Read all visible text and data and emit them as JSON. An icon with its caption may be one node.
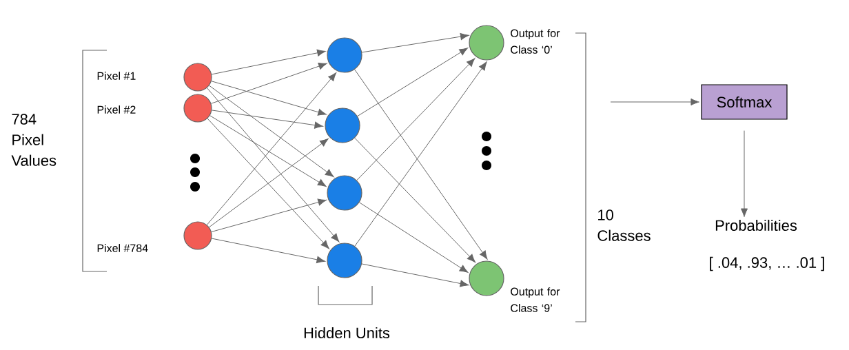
{
  "diagram": {
    "nodes": [
      {
        "text": [],
        "shape": "circle"
      },
      {
        "text": [],
        "shape": "circle"
      },
      {
        "text": [],
        "shape": "circle"
      },
      {
        "text": [],
        "shape": "circle"
      },
      {
        "text": [],
        "shape": "circle"
      },
      {
        "text": [],
        "shape": "circle"
      },
      {
        "text": [],
        "shape": "circle"
      },
      {
        "text": [],
        "shape": "circle",
        "beside": [
          "Output for Class ‘0’"
        ]
      },
      {
        "text": [],
        "shape": "circle",
        "beside": [
          "Output for Class ‘9’"
        ]
      },
      {
        "text": [
          "Softmax"
        ]
      },
      {
        "text": [
          "Probabilities"
        ]
      }
    ],
    "edges": [
      {
        "from": 0,
        "to": 3,
        "arrow": "to"
      },
      {
        "from": 0,
        "to": 4,
        "arrow": "to"
      },
      {
        "from": 0,
        "to": 5,
        "arrow": "to"
      },
      {
        "from": 0,
        "to": 6,
        "arrow": "to"
      },
      {
        "from": 1,
        "to": 3,
        "arrow": "to"
      },
      {
        "from": 1,
        "to": 4,
        "arrow": "to"
      },
      {
        "from": 1,
        "to": 5,
        "arrow": "to"
      },
      {
        "from": 1,
        "to": 6,
        "arrow": "to"
      },
      {
        "from": 2,
        "to": 3,
        "arrow": "to"
      },
      {
        "from": 2,
        "to": 4,
        "arrow": "to"
      },
      {
        "from": 2,
        "to": 5,
        "arrow": "to"
      },
      {
        "from": 2,
        "to": 6,
        "arrow": "to"
      },
      {
        "from": 3,
        "to": 7,
        "arrow": "to"
      },
      {
        "from": 3,
        "to": 8,
        "arrow": "to"
      },
      {
        "from": 4,
        "to": 7,
        "arrow": "to"
      },
      {
        "from": 4,
        "to": 8,
        "arrow": "to"
      },
      {
        "from": 5,
        "to": 7,
        "arrow": "to"
      },
      {
        "from": 5,
        "to": 8,
        "arrow": "to"
      },
      {
        "from": 6,
        "to": 7,
        "arrow": "to"
      },
      {
        "from": 6,
        "to": 8,
        "arrow": "to"
      },
      {
        "from": null,
        "to": 9,
        "arrow": "to"
      },
      {
        "from": 9,
        "to": 10,
        "arrow": "to"
      }
    ],
    "labels": [
      "784 Pixel Values",
      "Pixel #1",
      "Pixel #2",
      "Pixel #784",
      "10 Classes",
      "Hidden Units",
      "[ .04, .93, … .01 ]"
    ]
  }
}
